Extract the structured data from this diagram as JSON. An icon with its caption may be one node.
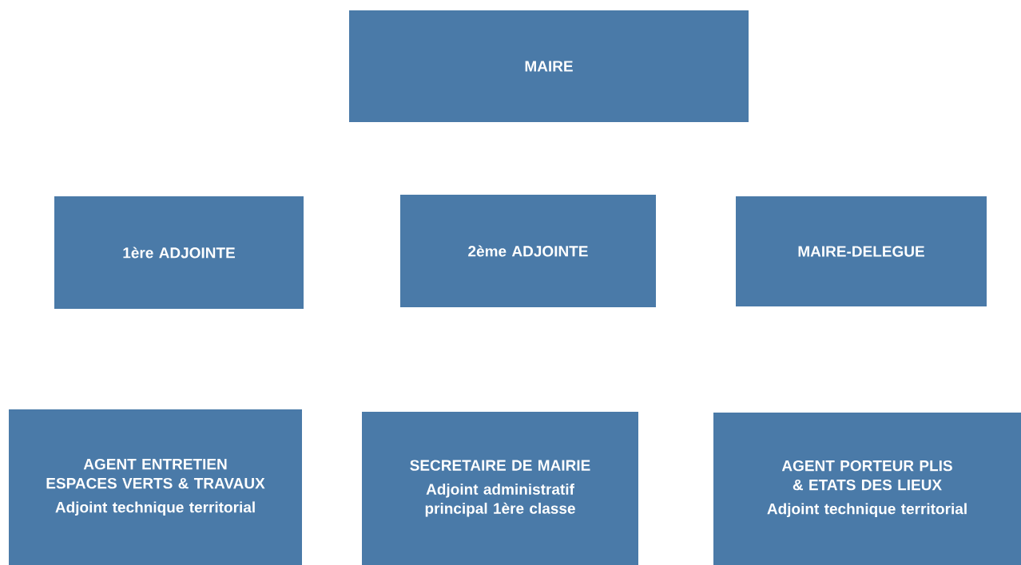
{
  "diagram": {
    "nodes": [
      {
        "text": [
          "MAIRE"
        ]
      },
      {
        "text": [
          "1ère ADJOINTE"
        ]
      },
      {
        "text": [
          "2ème ADJOINTE"
        ]
      },
      {
        "text": [
          "MAIRE-DELEGUE"
        ]
      },
      {
        "text": [
          "AGENT ENTRETIEN ESPACES VERTS & TRAVAUX",
          "Adjoint technique territorial"
        ]
      },
      {
        "text": [
          "SECRETAIRE DE MAIRIE",
          "Adjoint administratif principal 1ère classe"
        ]
      },
      {
        "text": [
          "AGENT PORTEUR PLIS & ETATS DES LIEUX",
          "Adjoint technique territorial"
        ]
      }
    ]
  }
}
